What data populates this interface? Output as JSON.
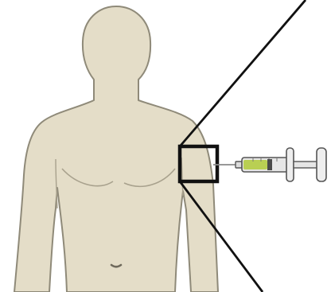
{
  "diagram": {
    "figure": "human-torso",
    "marker": "injection-site-box",
    "instrument": "syringe",
    "colors": {
      "skin": "#e4ddc8",
      "skin_outline": "#8f8a79",
      "contour": "#a8a18d",
      "callout": "#111111",
      "syringe_barrel": "#e6e6e6",
      "syringe_fluid": "#b9cf53",
      "syringe_outline": "#555555",
      "needle": "#8a8a8a"
    }
  }
}
